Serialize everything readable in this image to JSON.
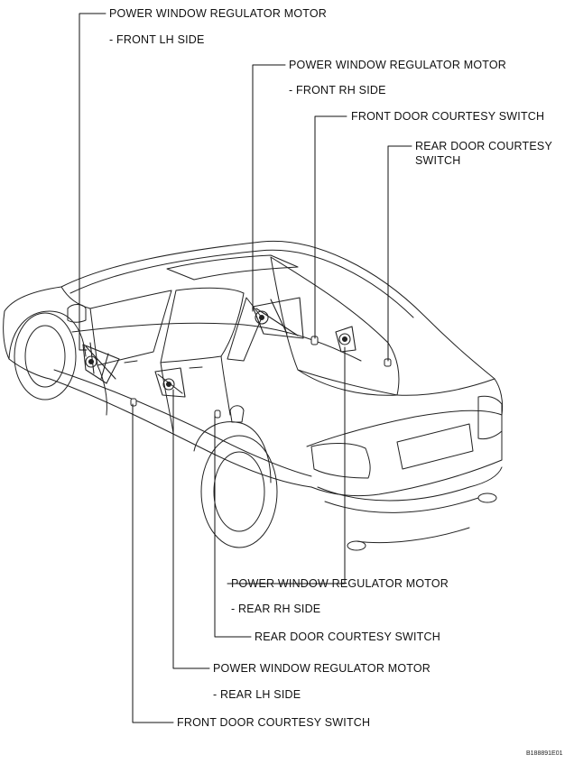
{
  "labels": {
    "pw_front_lh": {
      "title": "POWER WINDOW REGULATOR MOTOR",
      "sub": "- FRONT LH SIDE"
    },
    "pw_front_rh": {
      "title": "POWER WINDOW REGULATOR MOTOR",
      "sub": "- FRONT RH SIDE"
    },
    "front_door_courtesy_top": {
      "title": "FRONT DOOR COURTESY SWITCH"
    },
    "rear_door_courtesy_top": {
      "title": "REAR DOOR COURTESY",
      "sub": "SWITCH"
    },
    "pw_rear_rh": {
      "title": "POWER WINDOW REGULATOR MOTOR",
      "sub": "- REAR RH SIDE"
    },
    "rear_door_courtesy_bottom": {
      "title": "REAR DOOR COURTESY SWITCH"
    },
    "pw_rear_lh": {
      "title": "POWER WINDOW REGULATOR MOTOR",
      "sub": "- REAR LH SIDE"
    },
    "front_door_courtesy_bottom": {
      "title": "FRONT DOOR COURTESY SWITCH"
    }
  },
  "figure_code": "B188891E01"
}
